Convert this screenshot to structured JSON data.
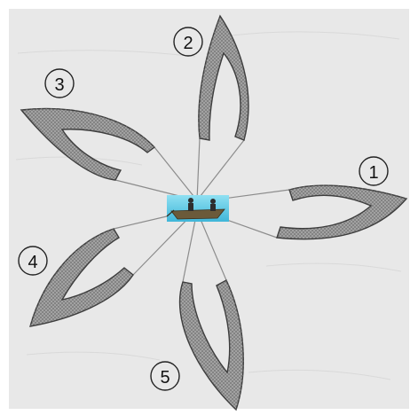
{
  "colors": {
    "background": "#e9e9e9",
    "net_fill": "#9a9a9a",
    "net_edge": "#3d3d3d",
    "float_line": "#6c6c6c",
    "tow_line": "#8c8c8c",
    "water": "#5cc9e6",
    "boat": "#6b5a3a"
  },
  "boat": {
    "icon": "boat-with-two-fishermen"
  },
  "nets": [
    {
      "id": "1",
      "label": "1"
    },
    {
      "id": "2",
      "label": "2"
    },
    {
      "id": "3",
      "label": "3"
    },
    {
      "id": "4",
      "label": "4"
    },
    {
      "id": "5",
      "label": "5"
    }
  ]
}
